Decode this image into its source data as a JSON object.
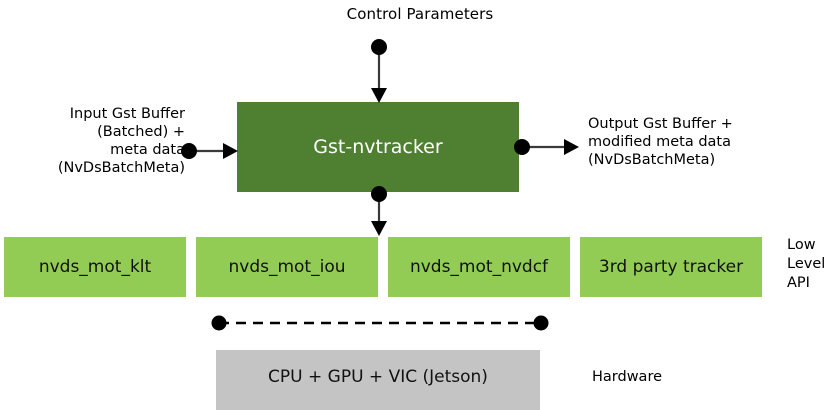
{
  "diagram": {
    "title": "Control Parameters",
    "main_block": {
      "label": "Gst-nvtracker",
      "fill": "#4F8032",
      "text_color": "#FFFFFF"
    },
    "input_label": "Input Gst Buffer\n(Batched) +\nmeta data\n(NvDsBatchMeta)",
    "output_label": "Output Gst Buffer +\nmodified meta data\n(NvDsBatchMeta)",
    "low_level_api_label": "Low\nLevel\nAPI",
    "hardware_label": "Hardware",
    "low_level_boxes": [
      {
        "label": "nvds_mot_klt",
        "fill": "#92CC55"
      },
      {
        "label": "nvds_mot_iou",
        "fill": "#92CC55"
      },
      {
        "label": "nvds_mot_nvdcf",
        "fill": "#92CC55"
      },
      {
        "label": "3rd party tracker",
        "fill": "#92CC55"
      }
    ],
    "hardware_block": {
      "label": "CPU + GPU + VIC (Jetson)",
      "fill": "#C4C4C4"
    },
    "connectors": [
      {
        "name": "control-params-to-tracker",
        "style": "solid-arrow-down"
      },
      {
        "name": "input-buffer-to-tracker",
        "style": "solid-arrow-right"
      },
      {
        "name": "tracker-to-output-buffer",
        "style": "solid-arrow-right"
      },
      {
        "name": "tracker-to-low-level",
        "style": "solid-arrow-down"
      },
      {
        "name": "low-level-to-hardware",
        "style": "dashed-line"
      }
    ],
    "colors": {
      "dark_green": "#4F8032",
      "light_green": "#92CC55",
      "gray": "#C4C4C4",
      "line": "#3A3A3A",
      "background": "#FFFFFF"
    }
  }
}
